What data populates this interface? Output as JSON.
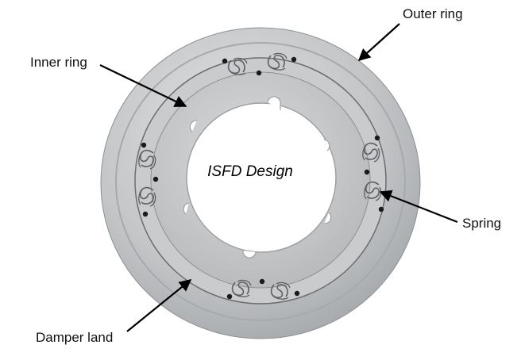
{
  "labels": {
    "outer_ring": "Outer ring",
    "inner_ring": "Inner ring",
    "spring": "Spring",
    "damper_land": "Damper land",
    "center": "ISFD Design"
  },
  "parts": {
    "outer_ring": "outer-ring",
    "inner_ring": "inner-ring",
    "spring_packs": 4,
    "bore_notches": 6
  },
  "colors": {
    "background": "#ffffff",
    "metal_light": "#d6d7d8",
    "metal_mid": "#b7b9bb",
    "metal_dark": "#8d9093",
    "groove": "#6b6e71",
    "bolt": "#1a1a1a",
    "arrow": "#000000"
  }
}
